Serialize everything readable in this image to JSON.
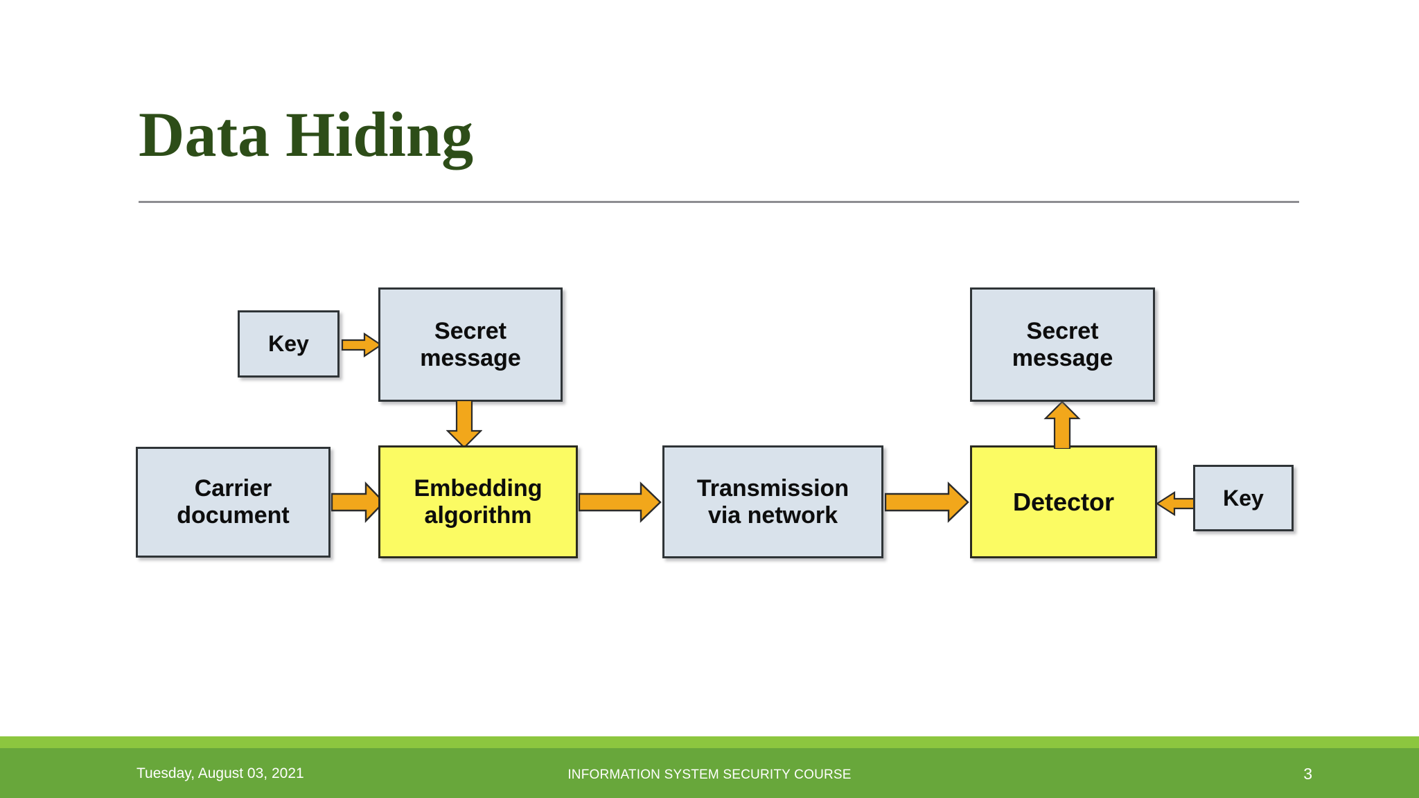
{
  "slide": {
    "title": "Data Hiding",
    "title_color": "#2d4d18",
    "background": "#ffffff"
  },
  "diagram": {
    "type": "flowchart",
    "palette": {
      "blue_fill": "#d9e2eb",
      "yellow_fill": "#fbfb63",
      "box_border": "#2b2b2b",
      "arrow_fill": "#f2a71b",
      "arrow_stroke": "#2b2b2b"
    },
    "nodes": [
      {
        "id": "key-left",
        "label": "Key",
        "style": "blue"
      },
      {
        "id": "secret-message-left",
        "label": "Secret\nmessage",
        "style": "blue"
      },
      {
        "id": "carrier-document",
        "label": "Carrier\ndocument",
        "style": "blue"
      },
      {
        "id": "embedding-algorithm",
        "label": "Embedding\nalgorithm",
        "style": "yellow"
      },
      {
        "id": "transmission",
        "label": "Transmission\nvia network",
        "style": "blue"
      },
      {
        "id": "detector",
        "label": "Detector",
        "style": "yellow"
      },
      {
        "id": "key-right",
        "label": "Key",
        "style": "blue"
      },
      {
        "id": "secret-message-right",
        "label": "Secret\nmessage",
        "style": "blue"
      }
    ],
    "node_labels": {
      "key_left_line1": "Key",
      "secret_left_line1": "Secret",
      "secret_left_line2": "message",
      "carrier_line1": "Carrier",
      "carrier_line2": "document",
      "embedding_line1": "Embedding",
      "embedding_line2": "algorithm",
      "transmission_line1": "Transmission",
      "transmission_line2": "via network",
      "detector_line1": "Detector",
      "key_right_line1": "Key",
      "secret_right_line1": "Secret",
      "secret_right_line2": "message"
    },
    "edges": [
      {
        "id": "key-to-secret",
        "from": "key-left",
        "to": "secret-message-left",
        "direction": "right"
      },
      {
        "id": "secret-to-embedding",
        "from": "secret-message-left",
        "to": "embedding-algorithm",
        "direction": "down"
      },
      {
        "id": "carrier-to-embedding",
        "from": "carrier-document",
        "to": "embedding-algorithm",
        "direction": "right"
      },
      {
        "id": "embedding-to-transmission",
        "from": "embedding-algorithm",
        "to": "transmission",
        "direction": "right"
      },
      {
        "id": "transmission-to-detector",
        "from": "transmission",
        "to": "detector",
        "direction": "right"
      },
      {
        "id": "key-to-detector",
        "from": "key-right",
        "to": "detector",
        "direction": "left"
      },
      {
        "id": "detector-to-secret",
        "from": "detector",
        "to": "secret-message-right",
        "direction": "up"
      }
    ]
  },
  "footer": {
    "date": "Tuesday, August 03, 2021",
    "course": "INFORMATION SYSTEM SECURITY COURSE",
    "page_number": "3",
    "bar_color": "#68a73b",
    "strip_color": "#8cc63f",
    "text_color": "#ffffff"
  }
}
